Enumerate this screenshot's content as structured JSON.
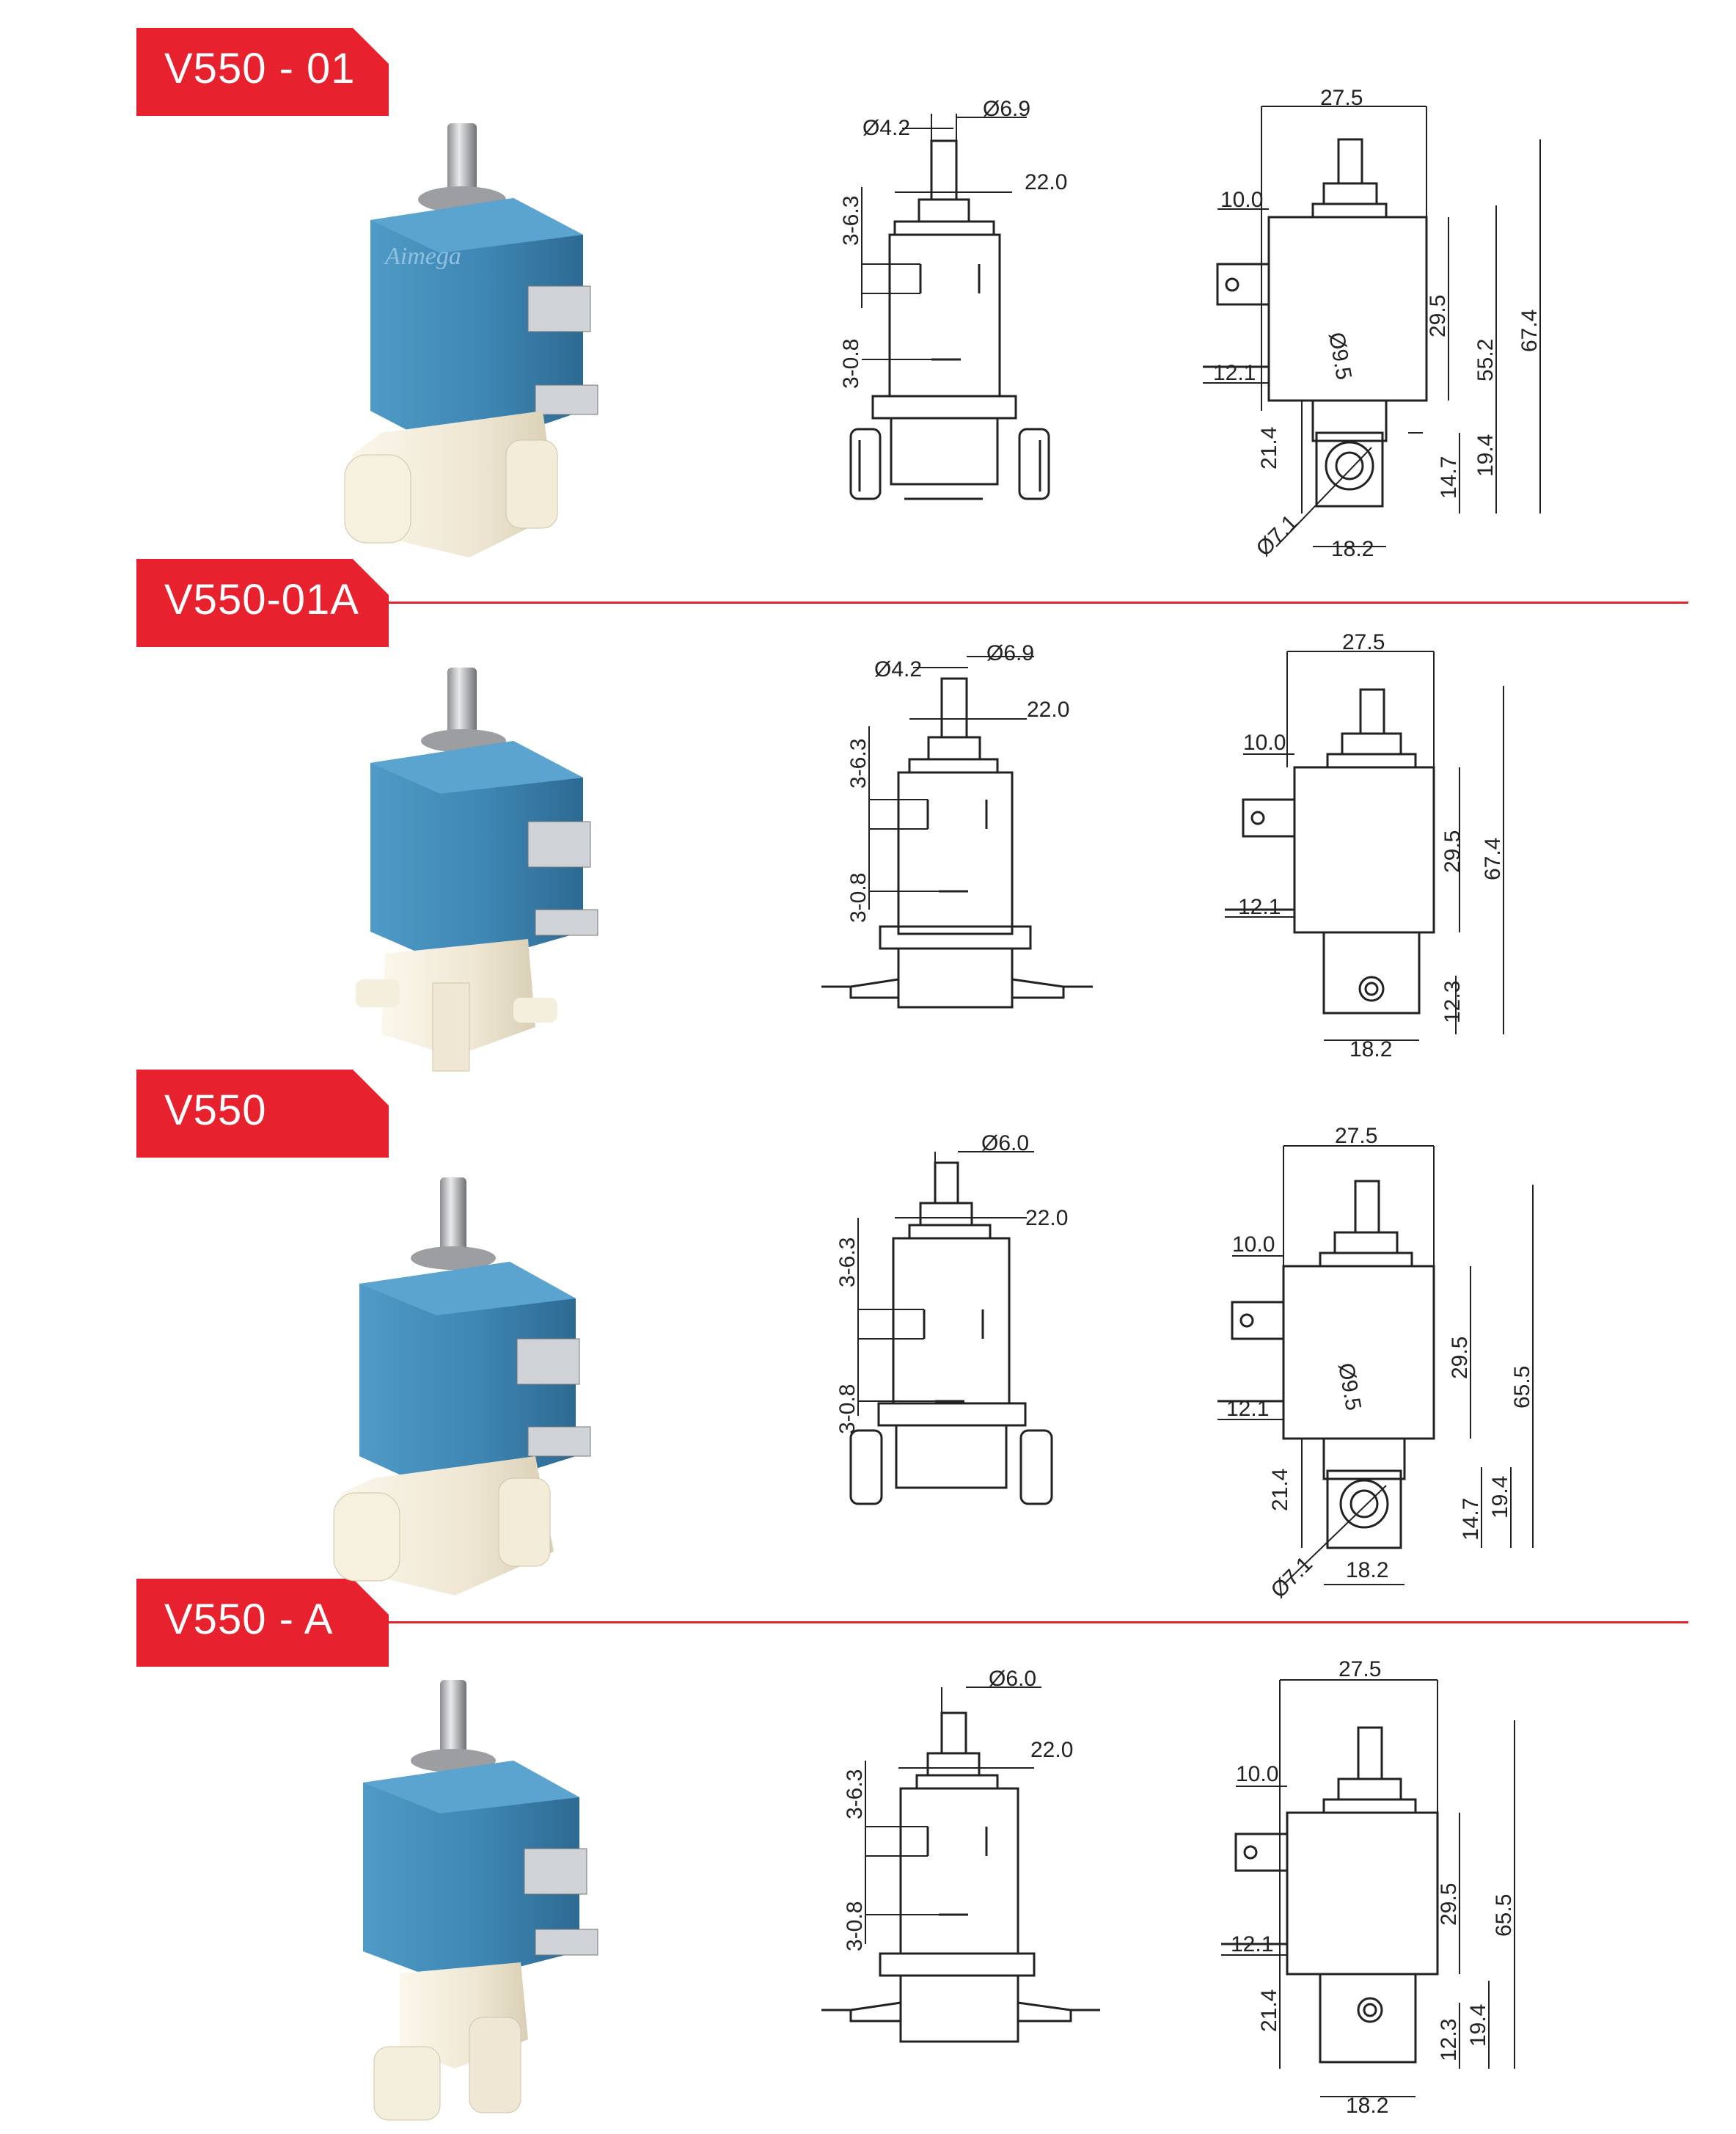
{
  "sections": [
    {
      "title": "V550 - 01",
      "brand_mark": "Aimega",
      "front": {
        "d1": "Ø4.2",
        "d2": "Ø6.9",
        "w": "22.0",
        "pin": "3-6.3",
        "pin2": "3-0.8"
      },
      "side": {
        "w": "27.5",
        "tab": "10.0",
        "tab2": "12.1",
        "coil": "29.5",
        "h1": "55.2",
        "h2": "67.4",
        "bore": "Ø9.5",
        "base": "21.4",
        "p1": "14.7",
        "p2": "19.4",
        "port": "Ø7.1",
        "bw": "18.2"
      }
    },
    {
      "title": "V550-01A",
      "front": {
        "d1": "Ø4.2",
        "d2": "Ø6.9",
        "w": "22.0",
        "pin": "3-6.3",
        "pin2": "3-0.8"
      },
      "side": {
        "w": "27.5",
        "tab": "10.0",
        "tab2": "12.1",
        "coil": "29.5",
        "h2": "67.4",
        "p1": "12.3",
        "bw": "18.2"
      }
    },
    {
      "title": "V550",
      "front": {
        "d2": "Ø6.0",
        "w": "22.0",
        "pin": "3-6.3",
        "pin2": "3-0.8"
      },
      "side": {
        "w": "27.5",
        "tab": "10.0",
        "tab2": "12.1",
        "coil": "29.5",
        "h2": "65.5",
        "bore": "Ø9.5",
        "base": "21.4",
        "p1": "14.7",
        "p2": "19.4",
        "port": "Ø7.1",
        "bw": "18.2"
      }
    },
    {
      "title": "V550 - A",
      "front": {
        "d2": "Ø6.0",
        "w": "22.0",
        "pin": "3-6.3",
        "pin2": "3-0.8"
      },
      "side": {
        "w": "27.5",
        "tab": "10.0",
        "tab2": "12.1",
        "coil": "29.5",
        "h2": "65.5",
        "base": "21.4",
        "p1": "12.3",
        "p2": "19.4",
        "bw": "18.2"
      }
    }
  ],
  "colors": {
    "accent": "#e8212e",
    "coil": "#3e86b3",
    "body": "#f1ead6",
    "line": "#222222"
  }
}
